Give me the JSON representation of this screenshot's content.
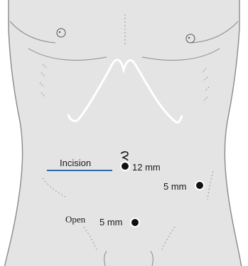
{
  "colors": {
    "skin": "#e4e4e4",
    "outline": "#8a8a8a",
    "detail": "#9a9a9a",
    "rib_margin": "#ffffff",
    "incision": "#2b6ba8",
    "port": "#111111"
  },
  "labels": {
    "incision": "Incision",
    "port_umbilical": "12 mm",
    "port_left": "5 mm",
    "port_lower": "5 mm",
    "open": "Open"
  },
  "icons": {
    "umbilicus_marker": "umbilicus-marker-icon"
  }
}
